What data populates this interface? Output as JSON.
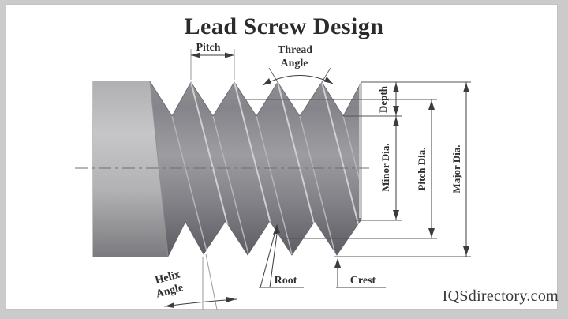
{
  "title": "Lead Screw Design",
  "watermark": "IQSdirectory.com",
  "labels": {
    "pitch": "Pitch",
    "thread_angle": [
      "Thread",
      "Angle"
    ],
    "helix_angle": [
      "Helix",
      "Angle"
    ],
    "depth": "Depth",
    "minor_dia": "Minor Dia.",
    "pitch_dia": "Pitch Dia.",
    "major_dia": "Major Dia.",
    "root": "Root",
    "crest": "Crest"
  },
  "colors": {
    "background_frame": "#cbcbcb",
    "panel": "#ffffff",
    "dimension_line": "#3c3c3c",
    "light_line": "#9a9a9e",
    "text": "#2b2b2b",
    "thread_dark": "#5b5b61",
    "thread_mid": "#9d9da1",
    "shank_light": "#c6c6c8",
    "ridge_highlight": "#d0d0d3"
  }
}
